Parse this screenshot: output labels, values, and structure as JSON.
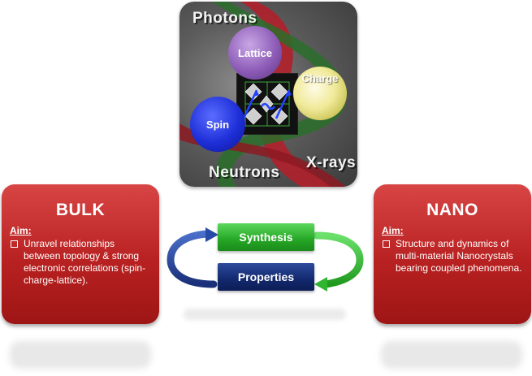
{
  "probes": {
    "photons": "Photons",
    "neutrons": "Neutrons",
    "xrays": "X-rays"
  },
  "spheres": {
    "lattice": "Lattice",
    "spin": "Spin",
    "charge": "Charge"
  },
  "bulk": {
    "title": "BULK",
    "aim_label": "Aim:",
    "item": "Unravel relationships between topology & strong electronic correlations (spin-charge-lattice)."
  },
  "nano": {
    "title": "NANO",
    "aim_label": "Aim:",
    "item": "Structure and dynamics of multi-material Nanocrystals bearing coupled phenomena."
  },
  "cycle": {
    "synthesis": "Synthesis",
    "properties": "Properties"
  },
  "colors": {
    "box_red": "#b82121",
    "synthesis_green": "#25a625",
    "properties_navy": "#13286e",
    "arrow_blue": "#1f3f8f",
    "arrow_green": "#2fb52f"
  }
}
